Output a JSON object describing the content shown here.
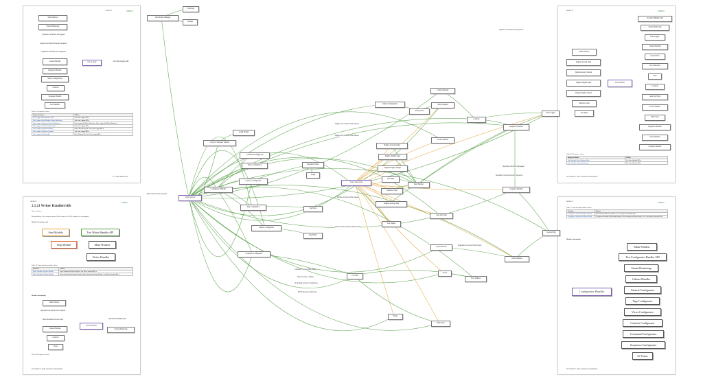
{
  "colors": {
    "green_edge": "#4f9a3f",
    "orange_edge": "#e0a33a",
    "hub_border": "#7a5fb0"
  },
  "pages": {
    "top_left": {
      "logo": "VIRGO",
      "header": "Section 1",
      "nodes": {
        "main_window": "Main Window",
        "status_monitoring": "Status Monitoring",
        "regulator_inclusion": "Regulator Inclusion Is Engaged",
        "sequence_execute": "Sequence Inclusion Execute Sequence",
        "sequence_exit": "Sequence Inclusion Exit Sequence",
        "cabinet_handler": "Cabinet Handler",
        "data_logger": "Data Logger",
        "test_data_logger_api": "Test Data Logger API",
        "regulator_handler": "Regulator Handler",
        "safety_configuration": "Safety Configuration",
        "controls": "Controls",
        "sequence_handler": "Sequence Handler",
        "data_handler": "Data Handler"
      },
      "table_caption": "Table 85: Requester callers",
      "table_head": [
        "Requester Name",
        "Callees"
      ],
      "table_rows": [
        [
          "Data Logger::Main Window::Main",
          "Test Data Logger API.vi"
        ],
        [
          "Data Logger::Main Window::Status Monitoring",
          "Test Data Logger API.vi"
        ],
        [
          "Data Logger::Sequence Execute Sequence",
          "Data Logger.lvlib:Main Window.vi; Data Logger.lvlib:Main Window.vi"
        ],
        [
          "Data Logger::Cabinet Handler::Main",
          "Test Data Logger API.vi"
        ],
        [
          "Data Logger::Regulator Handler",
          "Status Monitoring.lvlib; Test Data Logger API.vi"
        ],
        [
          "Data Logger::Sequence Handler",
          "Test Data Logger API.vi"
        ],
        [
          "Data Logger::Data Handler",
          "Main Window.lvlib; Test Data Logger API.vi"
        ]
      ],
      "footer": "C-1: 2024 Release 16"
    },
    "bottom_left": {
      "logo": "VIRGO",
      "header": "Section 2",
      "title": "2.1.21 Writer Handler.lvlib",
      "type": "Type: Requires",
      "responsibility": "Responsibility: No description found (Lvlib content is NOWS, module file description)",
      "start_stop_heading": "Module Start/Stop calls",
      "nodes": {
        "start_module": "Start Module",
        "test_writer_handler_api": "Test Writer Handler API",
        "stop_module": "Stop Module",
        "main_window": "Main Window",
        "writer_handler_a": "Writer Handler",
        "main_window_b": "Main Window",
        "regulation_inclusion_write": "Regulation Inclusion Write Output",
        "main_inclusion_execute": "Main Inclusion Execute Step",
        "test_writer_handler_api_b": "Test Writer Handler API",
        "cabinet_handler": "Cabinet Handler",
        "writer_handler_b": "Writer Handler",
        "status_monitoring": "Status Monitoring",
        "controls": "Controls",
        "views": "Views"
      },
      "table_caption": "Table 87: Start and Stop module callers",
      "table_head": [
        "Function",
        "Callees"
      ],
      "table_rows": [
        [
          "Writer Handler.lvlib:Start Module",
          "Main Window.lvlib:Start Module; Test Writer Handler API.vi"
        ],
        [
          "Writer Handler.lvlib:Stop Module",
          "Writer Handler.lvlib:Handle Module; Main Window.lvlib:Stop Module; Test Writer Handler API.vi"
        ]
      ],
      "relationship_heading": "Module relationship",
      "table2_caption": "Table 88: Requester callers",
      "footer": "A2: Section 2: Code component descriptions"
    },
    "top_right": {
      "logo": "VIRGO",
      "header": "Section 2",
      "nodes": {
        "test_data_handler_api": "Test Data Handler API",
        "status_monitoring": "Status Monitoring",
        "data_logger": "Data Logger",
        "cabinet_handler": "Cabinet Handler",
        "main_window": "Main Window",
        "general_info": "General Info",
        "dagmar_analog_input": "Dagmar Analog Input",
        "key_indicators": "Key Indicators",
        "dagmar_analog_output": "Dagmar Analog Output",
        "data_handler": "Data Handler",
        "view": "View",
        "dagmar_digital_input": "Dagmar Digital Input",
        "controls": "Controls",
        "dagmar_digital_output": "Dagmar Digital Output",
        "area_tag_table": "Area Tag Table",
        "modbus_client": "Modbus Client",
        "i_cells_handler": "I/Cells Handler",
        "test_input": "Test Input",
        "table_view": "Table View",
        "regulator_handler": "Regulator Handler",
        "safety_handler": "Safety Handler",
        "sequence_handler": "Sequence Handler"
      },
      "table_caption": "Table 89: Requester callers",
      "table_head": [
        "Requester Name",
        "Callees"
      ],
      "table_rows": [
        [
          "Data Handler::Main Window::Main",
          "Test Data Handler API.vi"
        ],
        [
          "Data Handler::Status Monitoring",
          "Test Data Handler API.vi"
        ]
      ],
      "footer": "A2: Section 2: Code component descriptions"
    },
    "bottom_right": {
      "logo": "VIRGO",
      "header": "Section 2",
      "table_caption": "Table 2: Start and Stop module callers",
      "table_head": [
        "Function",
        "Callees"
      ],
      "table_rows": [
        [
          "Configurator Handler.lvlib:Start Module",
          "Main Window.lvlib:Start Module; Test Configurator Handler API.vi"
        ],
        [
          "Configurator Handler.lvlib:Stop Module",
          "Configurator Handler.lvlib:Handle Module; Main Window.lvlib:Stop Module; Test Configurator Handler API.vi"
        ]
      ],
      "relationship_heading": "Module relationship",
      "nodes": {
        "main_window": "Main Window",
        "test_configurator_handler_api": "Test Configurator Handler API",
        "status_monitoring": "Status Monitoring",
        "cabinet_handler": "Cabinet Handler",
        "configurator_handler": "Configurator Handler",
        "general_configurator": "General Configurator",
        "tags_configurator": "Tags Configurator",
        "views_configurator": "Views Configurator",
        "controls_configurator": "Controls Configurator",
        "command_configurator": "Command Configurator",
        "sequences_configurator": "Sequences Configurator",
        "ui_forms": "Ui Forms"
      },
      "footer": "A2: Section 2: Code component descriptions"
    }
  },
  "central": {
    "nodes": {
      "test_module_manager": "Test Module Manager",
      "overview": "Overview",
      "main_window": "Main Window",
      "settings": "Settings",
      "general_configurator_top": "Graph Design",
      "control_command_window": "Control Command Window",
      "command_configurator": "Command Configurator",
      "views_configurator": "Views Configurator",
      "controls_configurator": "Controls Configurator",
      "configurator_handler": "Configurator Handler",
      "regulator_editor": "Regulator Editor",
      "graph": "Graph",
      "tags_configurator": "Tags Configurator",
      "tag_editor": "Tag Editor",
      "general_configurator": "General Configurator",
      "step_editor": "Step Editor",
      "sequences_configurator": "Sequences Configurator",
      "ui_forms": "Ui Forms",
      "safety_configuration": "Safety Configuration",
      "cabinet_handler": "Cabinet Handler",
      "safety_view": "Safety View",
      "safety_handler": "Safety Handler",
      "i_cells_handler": "I/Cells Handler",
      "controls": "Controls",
      "data_logger": "Data Logger",
      "regulator_handler": "Regulator Handler",
      "dagmar_analog_output": "Dagmar Analog Output",
      "dagmar_digital_input": "Dagmar Digital Input",
      "dagmar_digital_output": "Dagmar Digital Output",
      "dagmar_analog_input": "Dagmar Analog Input",
      "status_monitoring": "Status Monitoring",
      "test_input": "Test Input",
      "modbus_client": "Modbus Client",
      "data_handler": "Data Handler",
      "area_tag_table": "Area Tag Table",
      "test_output": "Test Output",
      "sequence_handler": "Sequence Handler",
      "general_info": "General Info",
      "key_indicators": "Key Indicators",
      "writer_handler": "Writer Handler",
      "views": "Views",
      "view_handler": "View Handler",
      "table_view": "Table View",
      "filters": "Filters"
    },
    "edge_labels": {
      "main_exec": "Main Inclusion Execute Step",
      "seq_exit": "Sequence Inclusion Exit Sequence",
      "dagmar_inc": "Dagmar Inc inclusion Write Values",
      "dagmar_inc2": "Dagmar Do inclusion Write Values",
      "modbus_inc": "Modbus Inclusion Write Values",
      "cmt_inc": "CMT Controls Inclusion Write Values",
      "indication_inc": "Indication Inclusion Edit Dialog",
      "table_ui": "Table Ui Views - Dialog",
      "ui_tab": "Ui Tab Edit Inclusion Config View",
      "dhs_inc": "DHS Inclusion Config View",
      "regulator_inc": "Regulator Inclusion Is Engaged",
      "regulator_exec": "Regulator Inclusion Execute Sequence",
      "regulation_write": "Regulation Inclusion Write Output"
    }
  }
}
